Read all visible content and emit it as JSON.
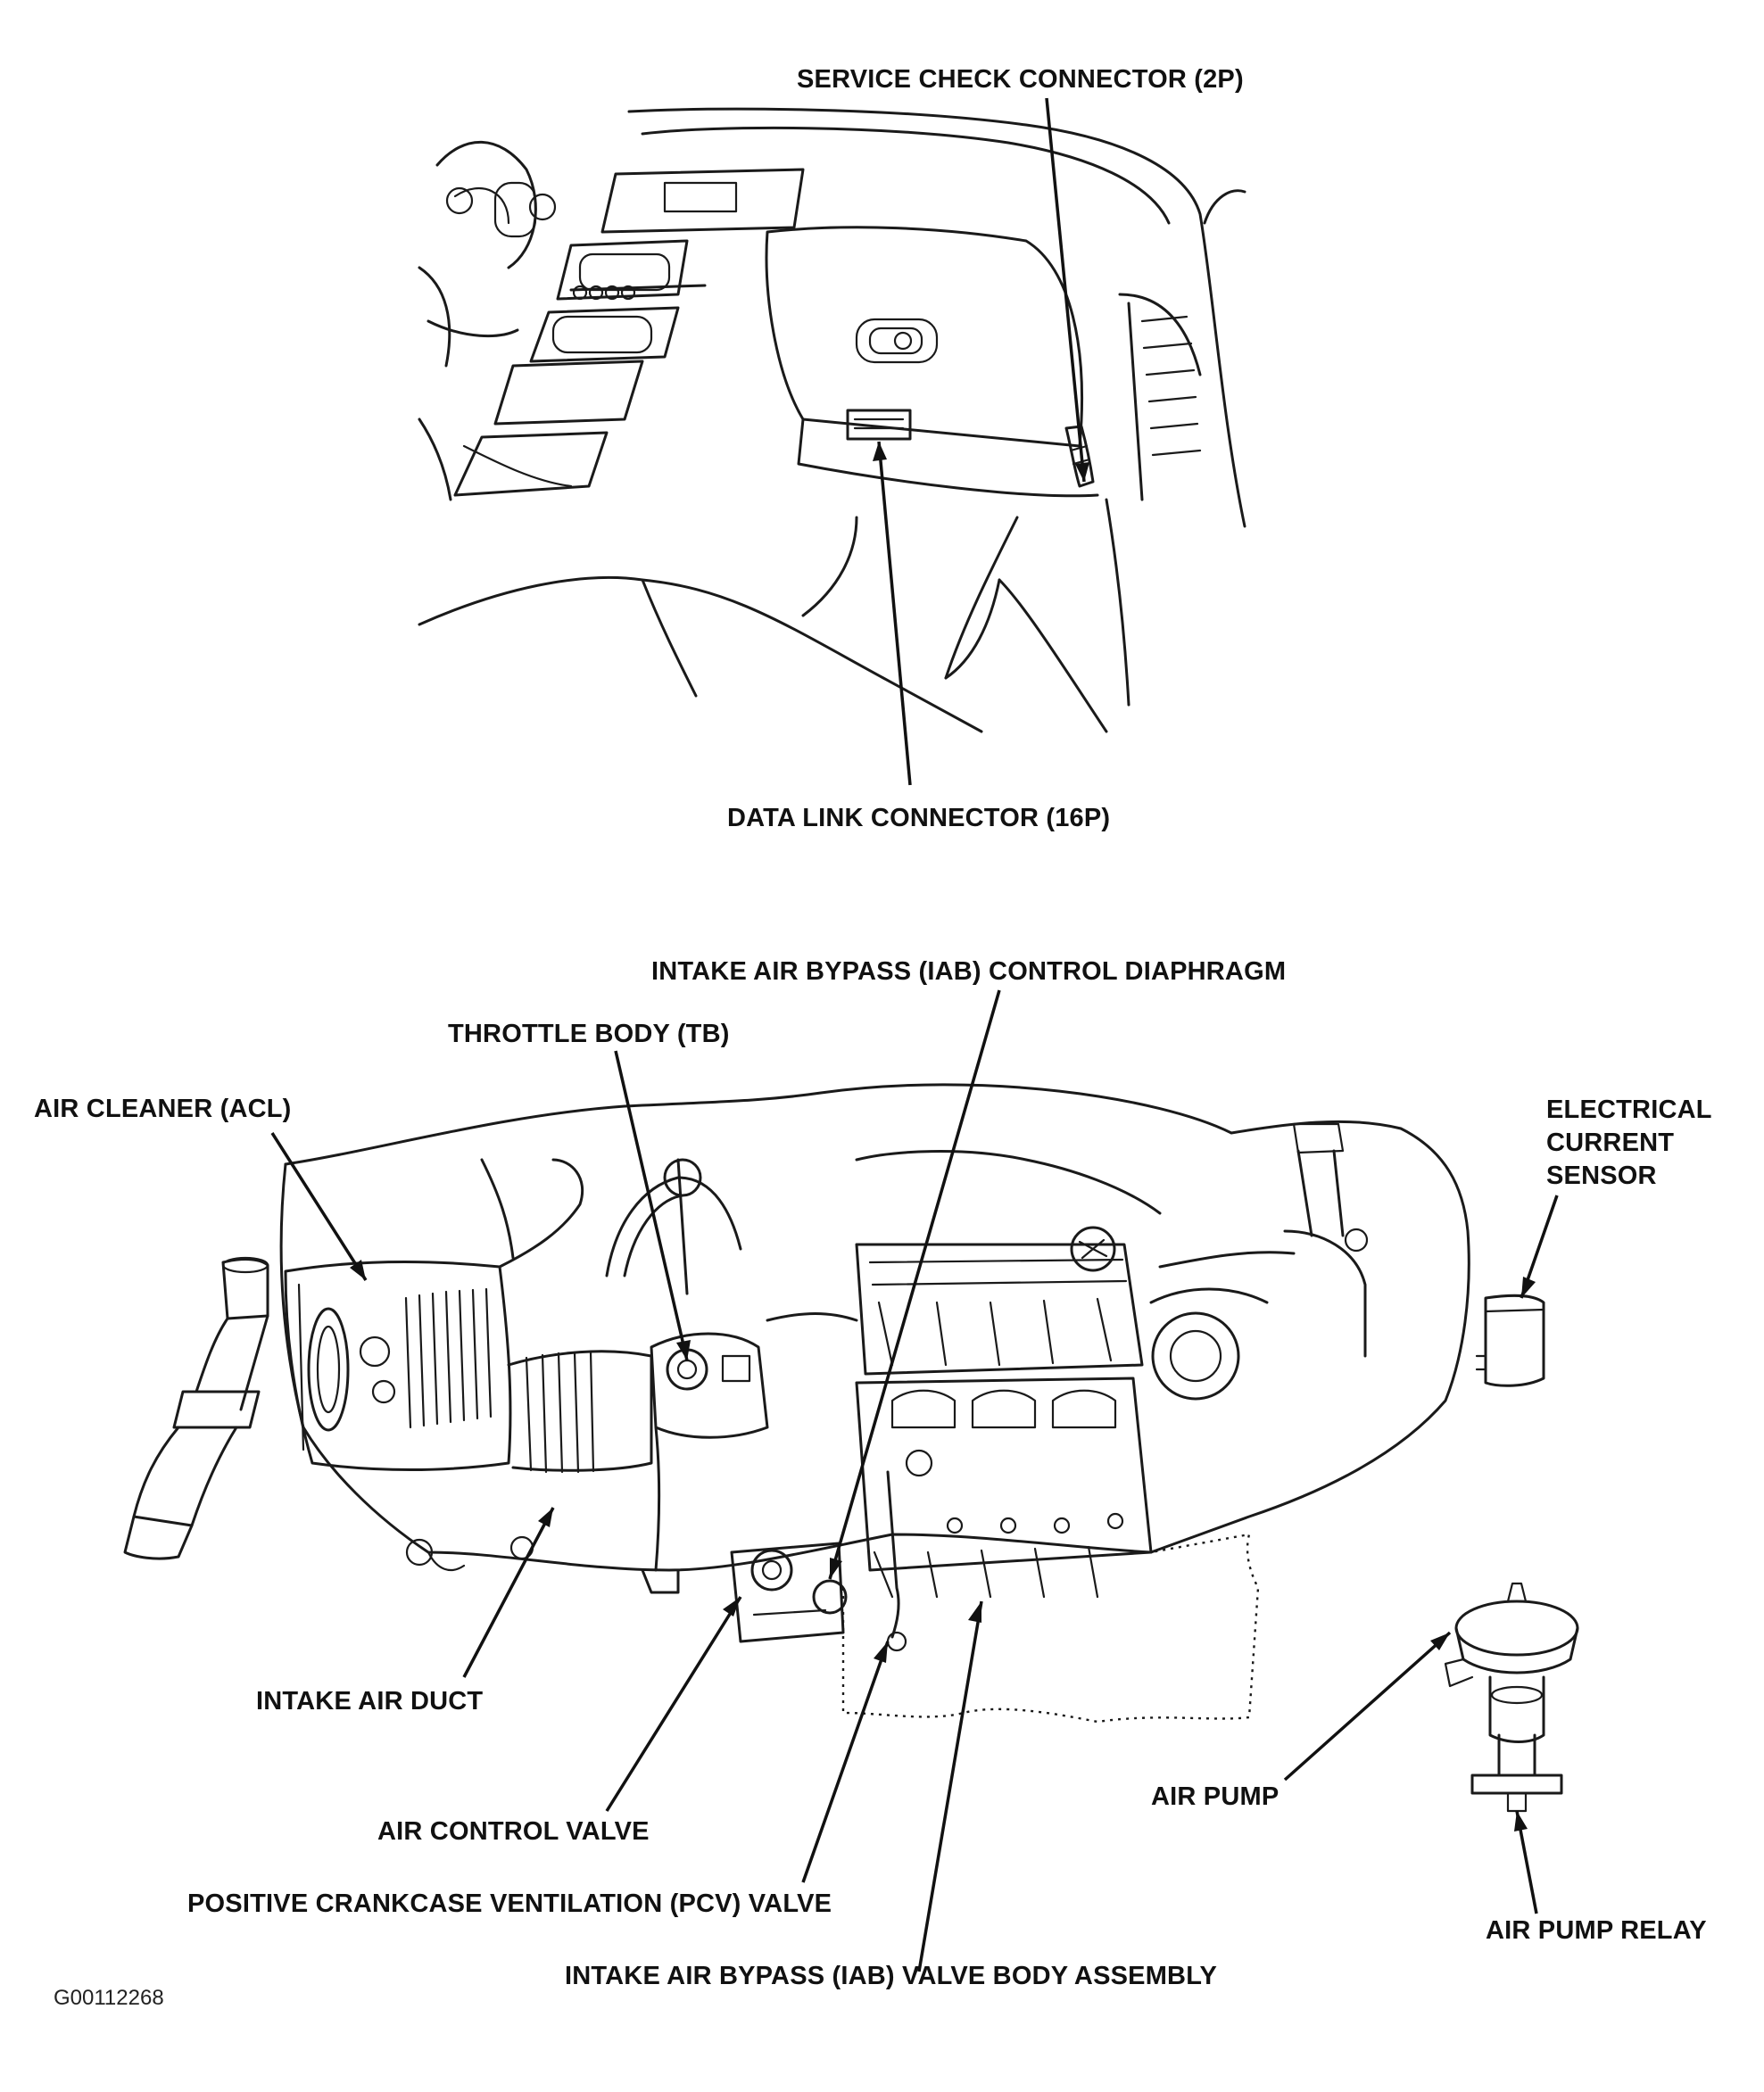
{
  "labels": {
    "service_check_connector": "SERVICE CHECK CONNECTOR (2P)",
    "data_link_connector": "DATA LINK CONNECTOR (16P)",
    "iab_control_diaphragm": "INTAKE AIR BYPASS (IAB) CONTROL DIAPHRAGM",
    "throttle_body": "THROTTLE BODY (TB)",
    "air_cleaner": "AIR CLEANER (ACL)",
    "electrical_current_sensor": "ELECTRICAL\nCURRENT\nSENSOR",
    "intake_air_duct": "INTAKE AIR DUCT",
    "air_control_valve": "AIR CONTROL VALVE",
    "pcv_valve": "POSITIVE CRANKCASE VENTILATION (PCV) VALVE",
    "iab_valve_body_assembly": "INTAKE AIR BYPASS (IAB) VALVE BODY ASSEMBLY",
    "air_pump": "AIR PUMP",
    "air_pump_relay": "AIR PUMP RELAY"
  },
  "figure_code": "G00112268"
}
